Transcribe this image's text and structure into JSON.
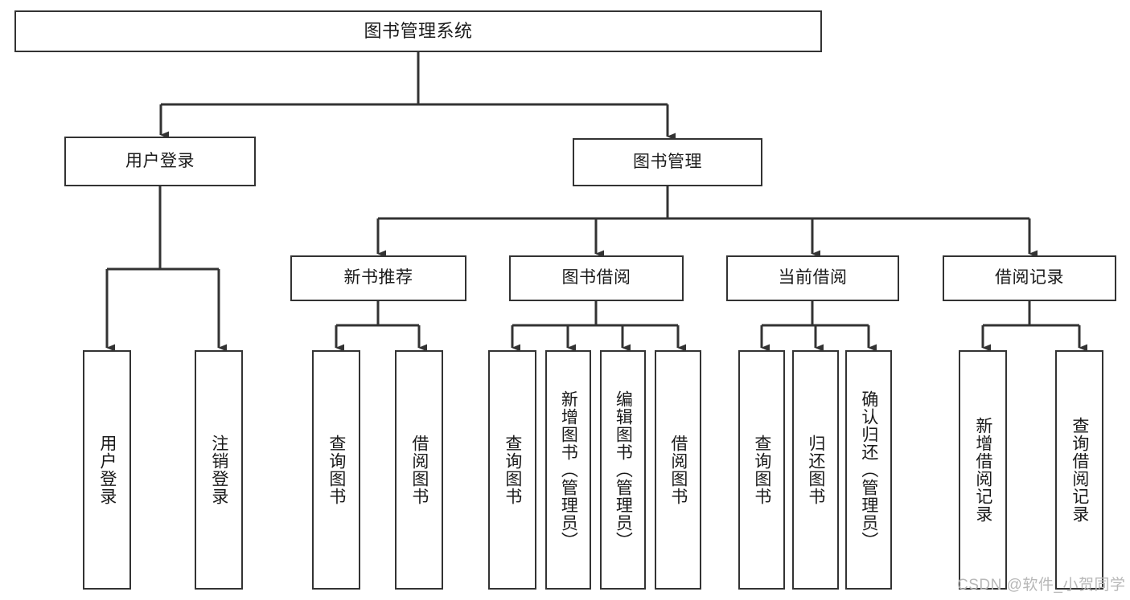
{
  "diagram": {
    "title": "图书管理系统",
    "type": "tree-hierarchy-chart",
    "orientation": "top-down",
    "colors": {
      "box_border": "#333333",
      "box_fill": "#ffffff",
      "connector": "#333333",
      "text": "#1a1a1a",
      "watermark": "#b8b8b8",
      "background": "#ffffff"
    }
  },
  "watermark": {
    "text": "CSDN @软件_小贺同学"
  },
  "nodes": {
    "root": {
      "label": "图书管理系统",
      "level": 1
    },
    "level2": [
      {
        "id": "user-login",
        "label": "用户登录"
      },
      {
        "id": "book-manage",
        "label": "图书管理"
      }
    ],
    "level3": [
      {
        "id": "new-book-recommend",
        "label": "新书推荐"
      },
      {
        "id": "book-borrow",
        "label": "图书借阅"
      },
      {
        "id": "current-borrow",
        "label": "当前借阅"
      },
      {
        "id": "borrow-record",
        "label": "借阅记录"
      }
    ],
    "leaves": {
      "user_login": [
        {
          "id": "leaf-user-login",
          "label": "用户登录"
        },
        {
          "id": "leaf-logout-login",
          "label": "注销登录"
        }
      ],
      "new_book_recommend": [
        {
          "id": "leaf-query-book-1",
          "label": "查询图书"
        },
        {
          "id": "leaf-borrow-book-1",
          "label": "借阅图书"
        }
      ],
      "book_borrow": [
        {
          "id": "leaf-query-book-2",
          "label": "查询图书"
        },
        {
          "id": "leaf-add-book",
          "label": "新增图书（管理员）"
        },
        {
          "id": "leaf-edit-book",
          "label": "编辑图书（管理员）"
        },
        {
          "id": "leaf-borrow-book-2",
          "label": "借阅图书"
        }
      ],
      "current_borrow": [
        {
          "id": "leaf-query-book-3",
          "label": "查询图书"
        },
        {
          "id": "leaf-return-book",
          "label": "归还图书"
        },
        {
          "id": "leaf-confirm-return",
          "label": "确认归还（管理员）"
        }
      ],
      "borrow_record": [
        {
          "id": "leaf-add-record",
          "label": "新增借阅记录"
        },
        {
          "id": "leaf-query-record",
          "label": "查询借阅记录"
        }
      ]
    }
  }
}
